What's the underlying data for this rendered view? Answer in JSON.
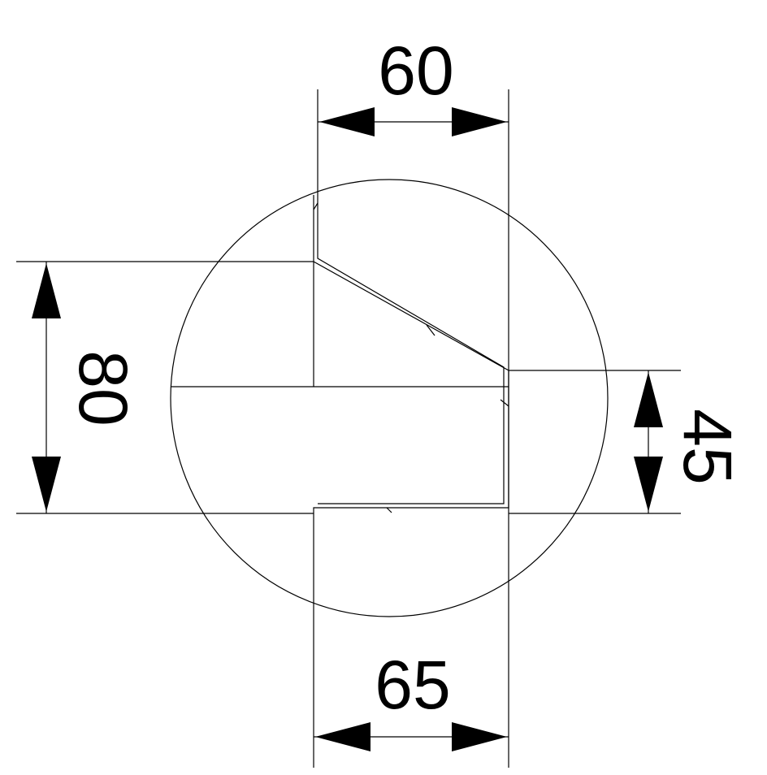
{
  "drawing": {
    "line_color": "#000000",
    "background_color": "#ffffff",
    "dimensions": {
      "top_width": "60",
      "bottom_width": "65",
      "left_height": "80",
      "right_height": "45"
    }
  }
}
